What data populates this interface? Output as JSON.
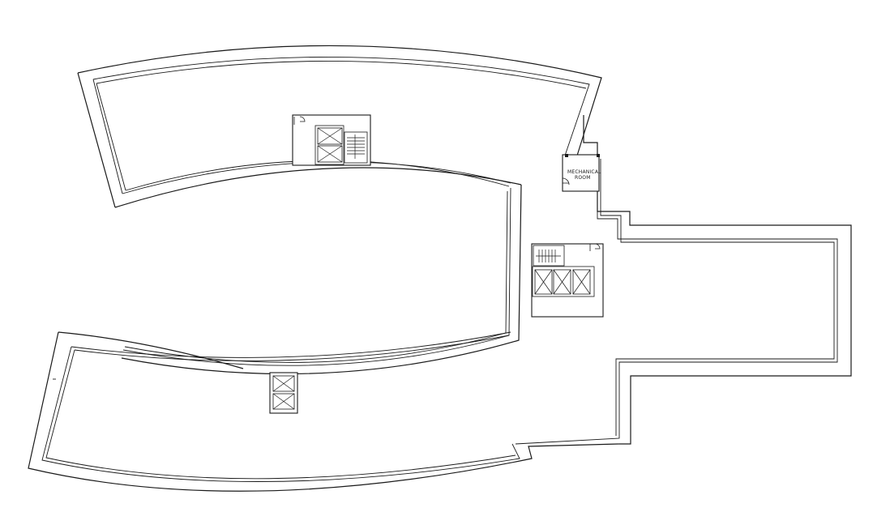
{
  "drawing": {
    "type": "architectural-floor-plan",
    "line_color": "#1a1a1a",
    "background": "#ffffff"
  },
  "rooms": {
    "mechanical_line1": "MECHANICAL",
    "mechanical_line2": "ROOM"
  },
  "cores": {
    "upper_wing": {
      "elevators": 2,
      "stairs": 1,
      "doors": 1
    },
    "central": {
      "elevators": 3,
      "stairs": 1,
      "doors": 1
    },
    "lower_wing": {
      "elevators": 2
    }
  }
}
